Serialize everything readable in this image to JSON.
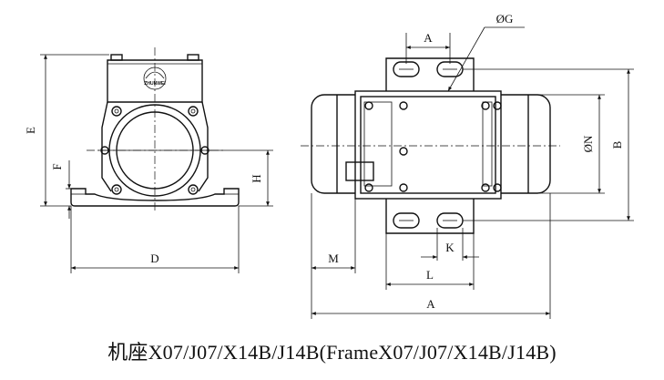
{
  "caption": "机座X07/J07/X14B/J14B(FrameX07/J07/X14B/J14B)",
  "front_view": {
    "dim_E": "E",
    "dim_F": "F",
    "dim_H": "H",
    "dim_D": "D",
    "logo_text": "ZHUNWEI"
  },
  "top_view": {
    "dim_G": "ØG",
    "dim_A_top": "A",
    "dim_N": "ØN",
    "dim_B": "B",
    "dim_M": "M",
    "dim_K": "K",
    "dim_L": "L",
    "dim_A_bottom": "A"
  }
}
